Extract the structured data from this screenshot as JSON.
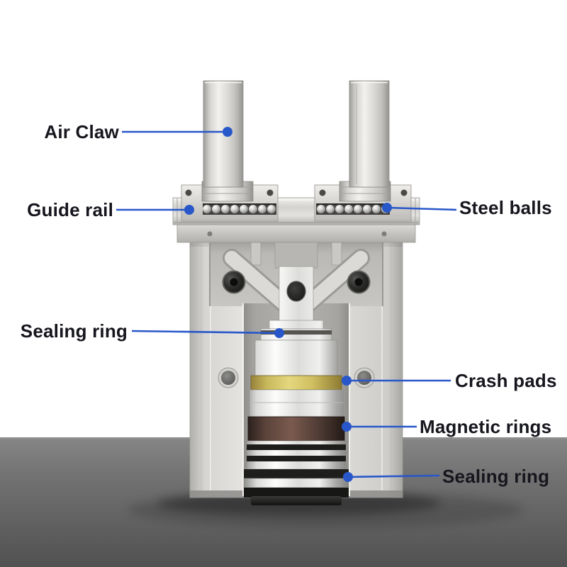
{
  "labels": {
    "air_claw": "Air Claw",
    "guide_rail": "Guide rail",
    "steel_balls": "Steel balls",
    "sealing_ring_top": "Sealing ring",
    "crash_pads": "Crash pads",
    "magnetic_rings": "Magnetic rings",
    "sealing_ring_bottom": "Sealing ring"
  },
  "colors": {
    "accent_blue": "#2857c9",
    "label_text": "#16161e",
    "crash_pad_yellow": "#d8c96e",
    "magnetic_ring_brown": "#5d463e",
    "steel_gray": "#dcdcda",
    "floor_gray": "#6e6e6e"
  }
}
